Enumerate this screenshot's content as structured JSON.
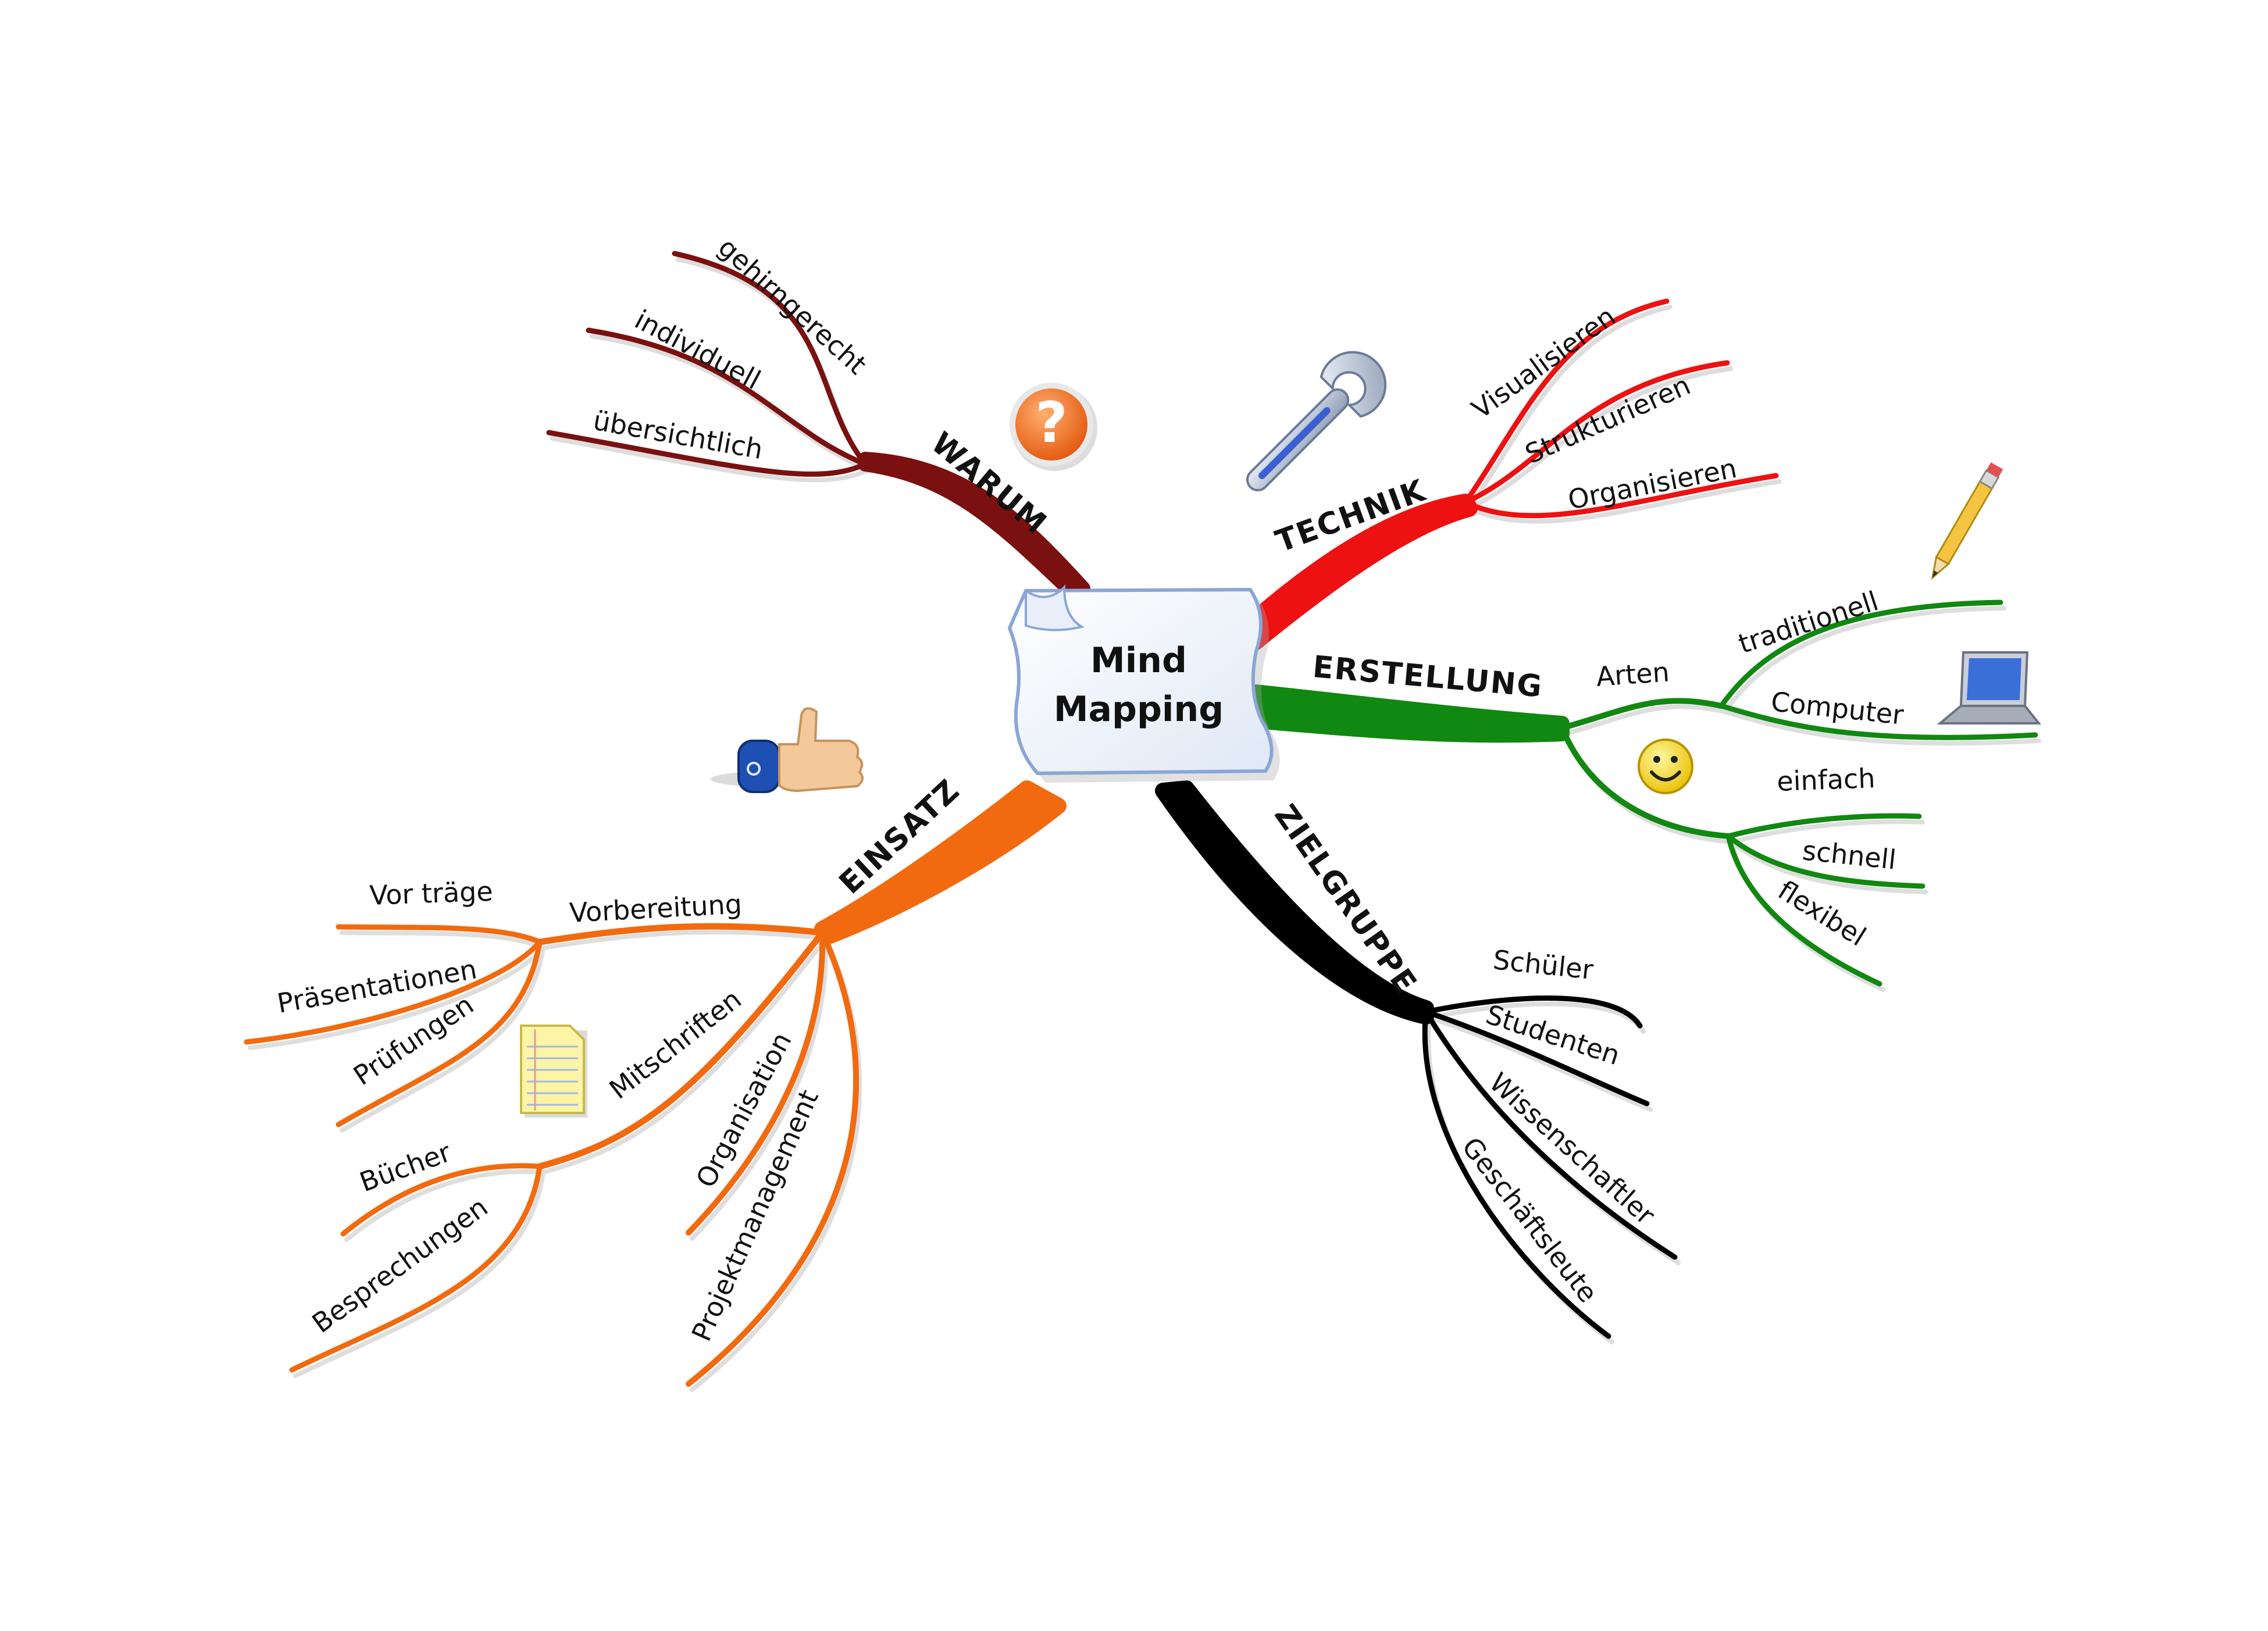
{
  "center": {
    "line1": "Mind",
    "line2": "Mapping"
  },
  "colors": {
    "warum": "#7a1010",
    "technik": "#ee1111",
    "erstellung": "#118811",
    "zielgruppe": "#000000",
    "einsatz": "#f26a0f"
  },
  "branches": {
    "warum": {
      "label": "WARUM",
      "icon": "question-mark-icon",
      "children": [
        "gehirngerecht",
        "individuell",
        "übersichtlich"
      ]
    },
    "technik": {
      "label": "TECHNIK",
      "icon": "wrench-icon",
      "children": [
        "Visualisieren",
        "Strukturieren",
        "Organisieren"
      ]
    },
    "erstellung": {
      "label": "ERSTELLUNG",
      "groups": {
        "arten": {
          "label": "Arten",
          "children": [
            "traditionell",
            "Computer"
          ]
        },
        "vorteile": {
          "children": [
            "einfach",
            "schnell",
            "flexibel"
          ]
        }
      },
      "icons": [
        "pencil-icon",
        "laptop-icon",
        "smiley-icon"
      ]
    },
    "zielgruppe": {
      "label": "ZIELGRUPPE",
      "children": [
        "Schüler",
        "Studenten",
        "Wissenschaftler",
        "Geschäftsleute"
      ]
    },
    "einsatz": {
      "label": "EINSATZ",
      "icon": "thumbs-up-icon",
      "vorbereitung": {
        "label": "Vorbereitung",
        "children": [
          "Vor träge",
          "Präsentationen",
          "Prüfungen"
        ]
      },
      "mitschriften": {
        "label": "Mitschriften",
        "icon": "notepad-icon",
        "children": [
          "Bücher",
          "Besprechungen"
        ]
      },
      "organisation": "Organisation",
      "projektmanagement": "Projektmanagement"
    }
  }
}
